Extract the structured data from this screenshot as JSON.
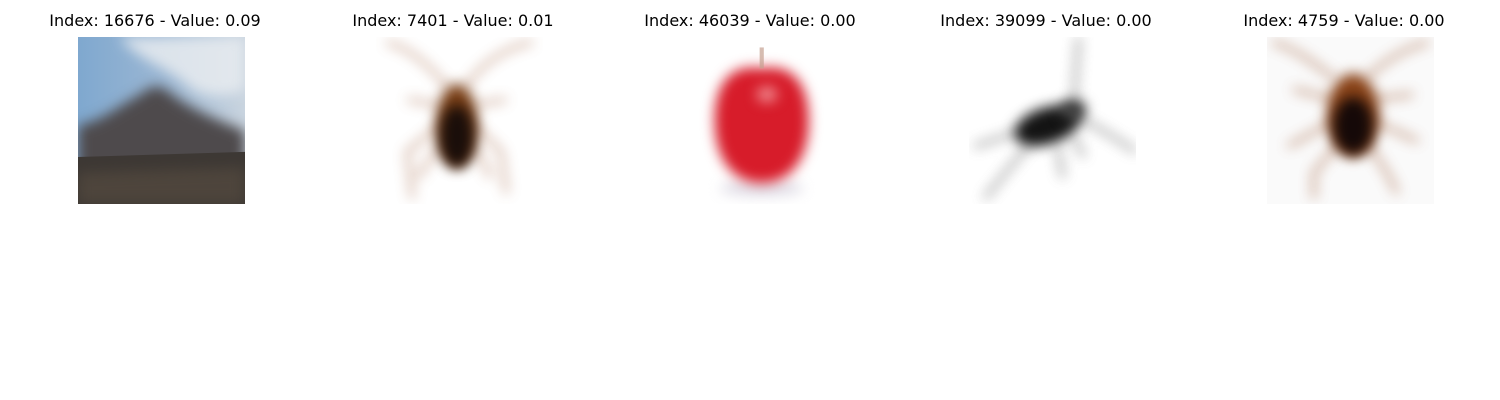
{
  "panels": [
    {
      "title": "Index: 16676 - Value: 0.09",
      "image_icon": "mountain-landscape-image"
    },
    {
      "title": "Index: 7401 - Value: 0.01",
      "image_icon": "cockroach-image"
    },
    {
      "title": "Index: 46039 - Value: 0.00",
      "image_icon": "red-apple-image"
    },
    {
      "title": "Index: 39099 - Value: 0.00",
      "image_icon": "black-insect-image"
    },
    {
      "title": "Index: 4759 - Value: 0.00",
      "image_icon": "cockroach-image"
    }
  ]
}
